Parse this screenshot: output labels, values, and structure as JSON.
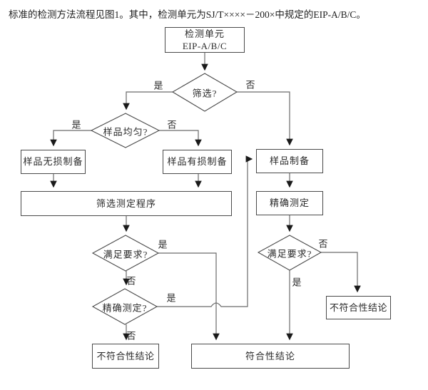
{
  "page": {
    "intro_text": "标准的检测方法流程见图1。其中，检测单元为SJ/T××××－200×中规定的EIP-A/B/C。"
  },
  "nodes": {
    "detect_unit": {
      "line1": "检测单元",
      "line2": "EIP-A/B/C"
    },
    "screening_q": {
      "label": "筛选?"
    },
    "uniform_q": {
      "label": "样品均匀?"
    },
    "sample_nondestructive": {
      "label": "样品无损制备"
    },
    "sample_destructive": {
      "label": "样品有损制备"
    },
    "sample_prep": {
      "label": "样品制备"
    },
    "screening_procedure": {
      "label": "筛选测定程序"
    },
    "precise_measure": {
      "label": "精确测定"
    },
    "satisfy_left_q": {
      "label": "满足要求?"
    },
    "precise_q": {
      "label": "精确测定?"
    },
    "satisfy_right_q": {
      "label": "满足要求?"
    },
    "nonconform_left": {
      "label": "不符合性结论"
    },
    "nonconform_right": {
      "label": "不符合性结论"
    },
    "conform": {
      "label": "符合性结论"
    }
  },
  "edge_labels": {
    "screening_yes": "是",
    "screening_no": "否",
    "uniform_yes": "是",
    "uniform_no": "否",
    "satisfy_left_yes": "是",
    "satisfy_left_no": "否",
    "precise_yes": "是",
    "precise_no": "否",
    "satisfy_right_yes": "是",
    "satisfy_right_no": "否"
  },
  "colors": {
    "background": "#ffffff",
    "line": "#6a6a6a",
    "border": "#4a4a4a",
    "text": "#222222",
    "arrowhead": "#1a1a1a"
  }
}
